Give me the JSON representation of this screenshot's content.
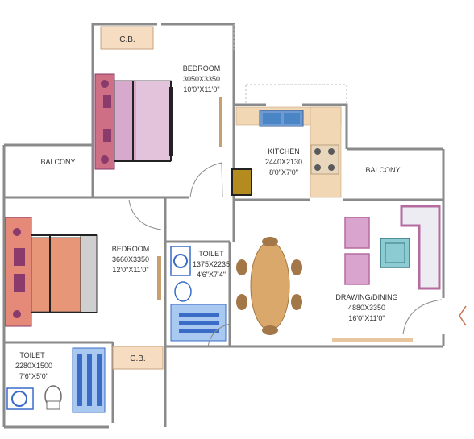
{
  "colors": {
    "wall": "#8a8a8a",
    "wall_fill": "#f4f1ea",
    "cb_fill": "#f6dcc0",
    "bed_master": "#e79678",
    "bed_bedroom": "#d7a9cc",
    "side_unit": "#cf6f86",
    "pillow": "#8a3a6b",
    "door_brown": "#c8a070",
    "dining_table": "#d9a86a",
    "dining_chair": "#a37747",
    "sofa_purple": "#b56ba0",
    "sofa_fill": "#ececf2",
    "armchair": "#d9a4cd",
    "tv_unit": "#8ccbd1",
    "toilet_blue": "#3a6cc7",
    "toilet_light": "#a9c9f0",
    "counter": "#f2d7b5",
    "sink": "#4a86c6",
    "stove": "#5a5a5a",
    "fridge": "#b38b1f"
  },
  "rooms": {
    "cb_top": {
      "label": "C.B."
    },
    "bedroom_top": {
      "name": "BEDROOM",
      "dim_mm": "3050X3350",
      "dim_ft": "10'0\"X11'0\""
    },
    "balcony_left": {
      "name": "BALCONY"
    },
    "kitchen": {
      "name": "KITCHEN",
      "dim_mm": "2440X2130",
      "dim_ft": "8'0\"X7'0\""
    },
    "balcony_right": {
      "name": "BALCONY"
    },
    "bedroom_master": {
      "name": "BEDROOM",
      "dim_mm": "3660X3350",
      "dim_ft": "12'0\"X11'0\""
    },
    "toilet_middle": {
      "name": "TOILET",
      "dim_mm": "1375X2235",
      "dim_ft": "4'6\"X7'4\""
    },
    "drawing_dining": {
      "name": "DRAWING/DINING",
      "dim_mm": "4880X3350",
      "dim_ft": "16'0\"X11'0\""
    },
    "toilet_bottom": {
      "name": "TOILET",
      "dim_mm": "2280X1500",
      "dim_ft": "7'6\"X5'0\""
    },
    "cb_bottom": {
      "label": "C.B."
    }
  },
  "icons": {
    "entrance": "entrance-arrow-icon"
  }
}
